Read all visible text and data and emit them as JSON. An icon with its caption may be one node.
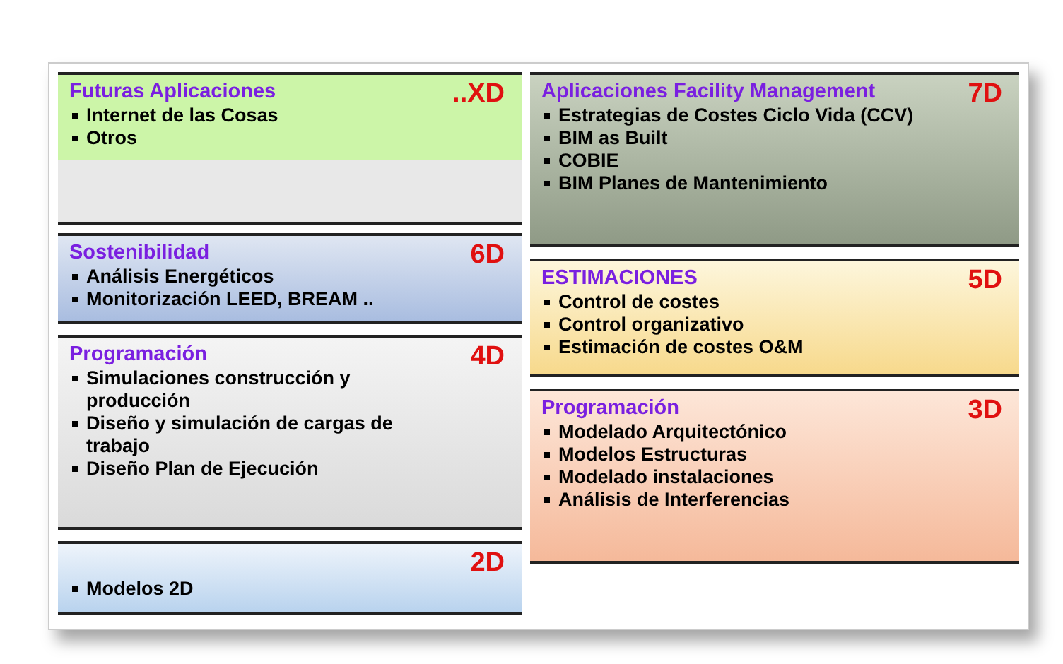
{
  "diagram": {
    "nodes": [
      {
        "text": [
          "Futuras Aplicaciones",
          "Internet de las Cosas",
          "Otros",
          "..XD"
        ]
      },
      {
        "text": [
          "Sostenibilidad",
          "Análisis Energéticos",
          "Monitorización LEED, BREAM ..",
          "6D"
        ]
      },
      {
        "text": [
          "Programación",
          "Simulaciones construcción y producción",
          "Diseño y simulación de cargas de trabajo",
          "Diseño Plan de Ejecución",
          "4D"
        ]
      },
      {
        "text": [
          "Modelos 2D",
          "2D"
        ]
      },
      {
        "text": [
          "Aplicaciones Facility Management",
          "Estrategias de Costes Ciclo Vida (CCV)",
          "BIM as Built",
          "COBIE",
          "BIM Planes de Mantenimiento",
          "7D"
        ]
      },
      {
        "text": [
          "ESTIMACIONES",
          "Control de costes",
          "Control organizativo",
          "Estimación de costes O&M",
          "5D"
        ]
      },
      {
        "text": [
          "Programación",
          "Modelado Arquitectónico",
          "Modelos Estructuras",
          "Modelado instalaciones",
          "Análisis de Interferencias",
          "3D"
        ]
      }
    ],
    "edges": []
  }
}
